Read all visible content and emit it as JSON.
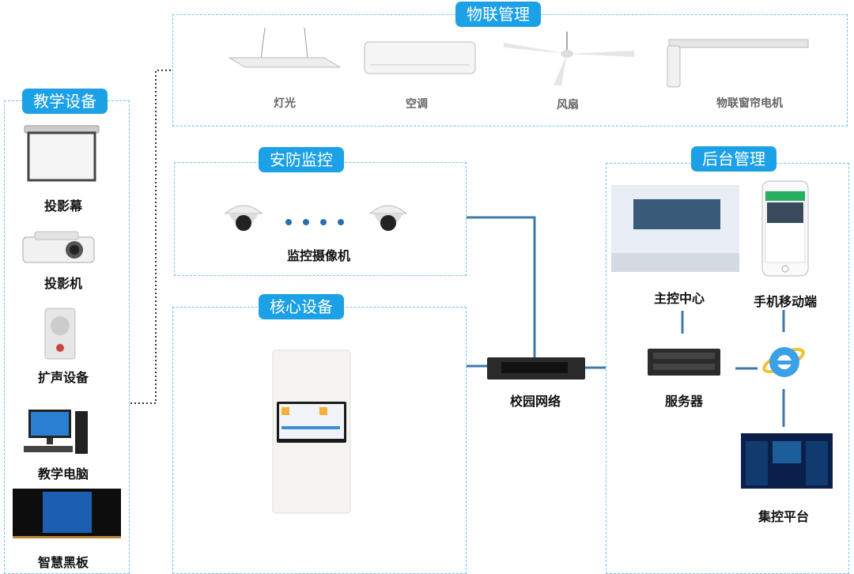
{
  "groups": {
    "teaching": "教学设备",
    "iot": "物联管理",
    "security": "安防监控",
    "core": "核心设备",
    "backend": "后台管理"
  },
  "teaching_items": [
    "投影幕",
    "投影机",
    "扩声设备",
    "教学电脑",
    "智慧黑板"
  ],
  "iot_items": [
    "灯光",
    "空调",
    "风扇",
    "物联窗帘电机"
  ],
  "security_label": "监控摄像机",
  "network_label": "校园网络",
  "backend_items": {
    "control_center": "主控中心",
    "mobile": "手机移动端",
    "server": "服务器",
    "platform": "集控平台"
  },
  "colors": {
    "accent": "#1da1e6",
    "box_border": "#6ec6e6",
    "wire": "#3f79a8"
  }
}
